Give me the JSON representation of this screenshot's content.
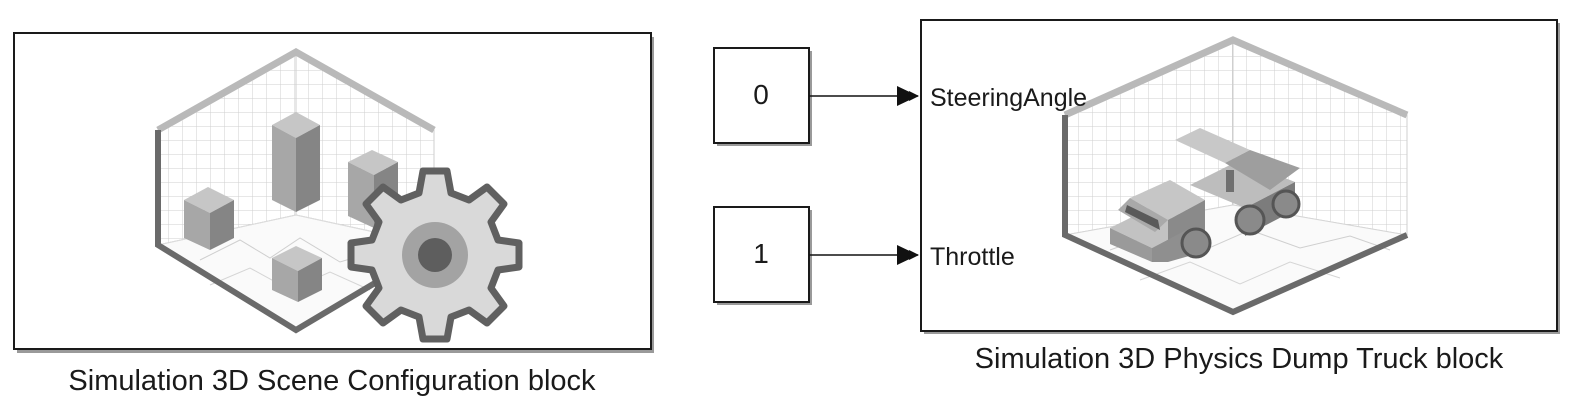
{
  "blocks": {
    "scene_config": {
      "label": "Simulation 3D Scene Configuration block",
      "icon": "scene-gear-icon"
    },
    "dump_truck": {
      "label": "Simulation 3D Physics Dump Truck block",
      "icon": "dump-truck-icon",
      "ports": [
        {
          "name": "SteeringAngle"
        },
        {
          "name": "Throttle"
        }
      ]
    },
    "constants": [
      {
        "value": "0"
      },
      {
        "value": "1"
      }
    ]
  },
  "colors": {
    "block_border": "#1a1a1a",
    "shadow": "#9a9a9a",
    "wall_gray": "#b9b9b9",
    "gear_gray": "#d9d9d9",
    "gear_ring": "#a3a3a3",
    "gear_center": "#5e5e5e"
  }
}
